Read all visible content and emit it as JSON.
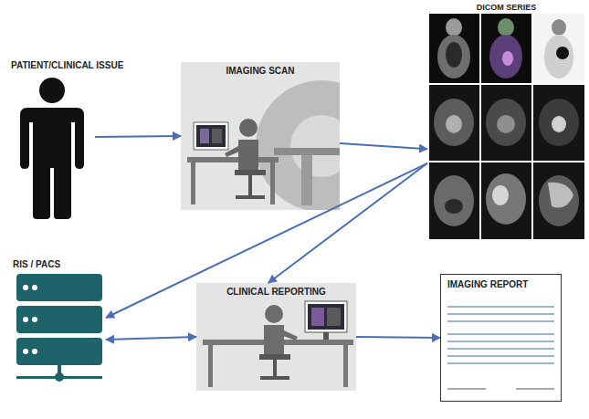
{
  "diagram": {
    "nodes": [
      {
        "text": [
          "PATIENT/CLINICAL ISSUE"
        ]
      },
      {
        "text": [
          "IMAGING SCAN"
        ]
      },
      {
        "text": [
          "DICOM SERIES"
        ]
      },
      {
        "text": [
          "RIS / PACS"
        ]
      },
      {
        "text": [
          "CLINICAL REPORTING"
        ]
      },
      {
        "text": [
          "IMAGING REPORT"
        ]
      }
    ],
    "edges": [
      {
        "from": 0,
        "to": 1,
        "arrow": "to"
      },
      {
        "from": 1,
        "to": 2,
        "arrow": "to"
      },
      {
        "from": 2,
        "to": 3,
        "arrow": "to"
      },
      {
        "from": 2,
        "to": 4,
        "arrow": "to"
      },
      {
        "from": 3,
        "to": 4,
        "arrow": "both"
      },
      {
        "from": 4,
        "to": 5,
        "arrow": "to"
      }
    ]
  }
}
